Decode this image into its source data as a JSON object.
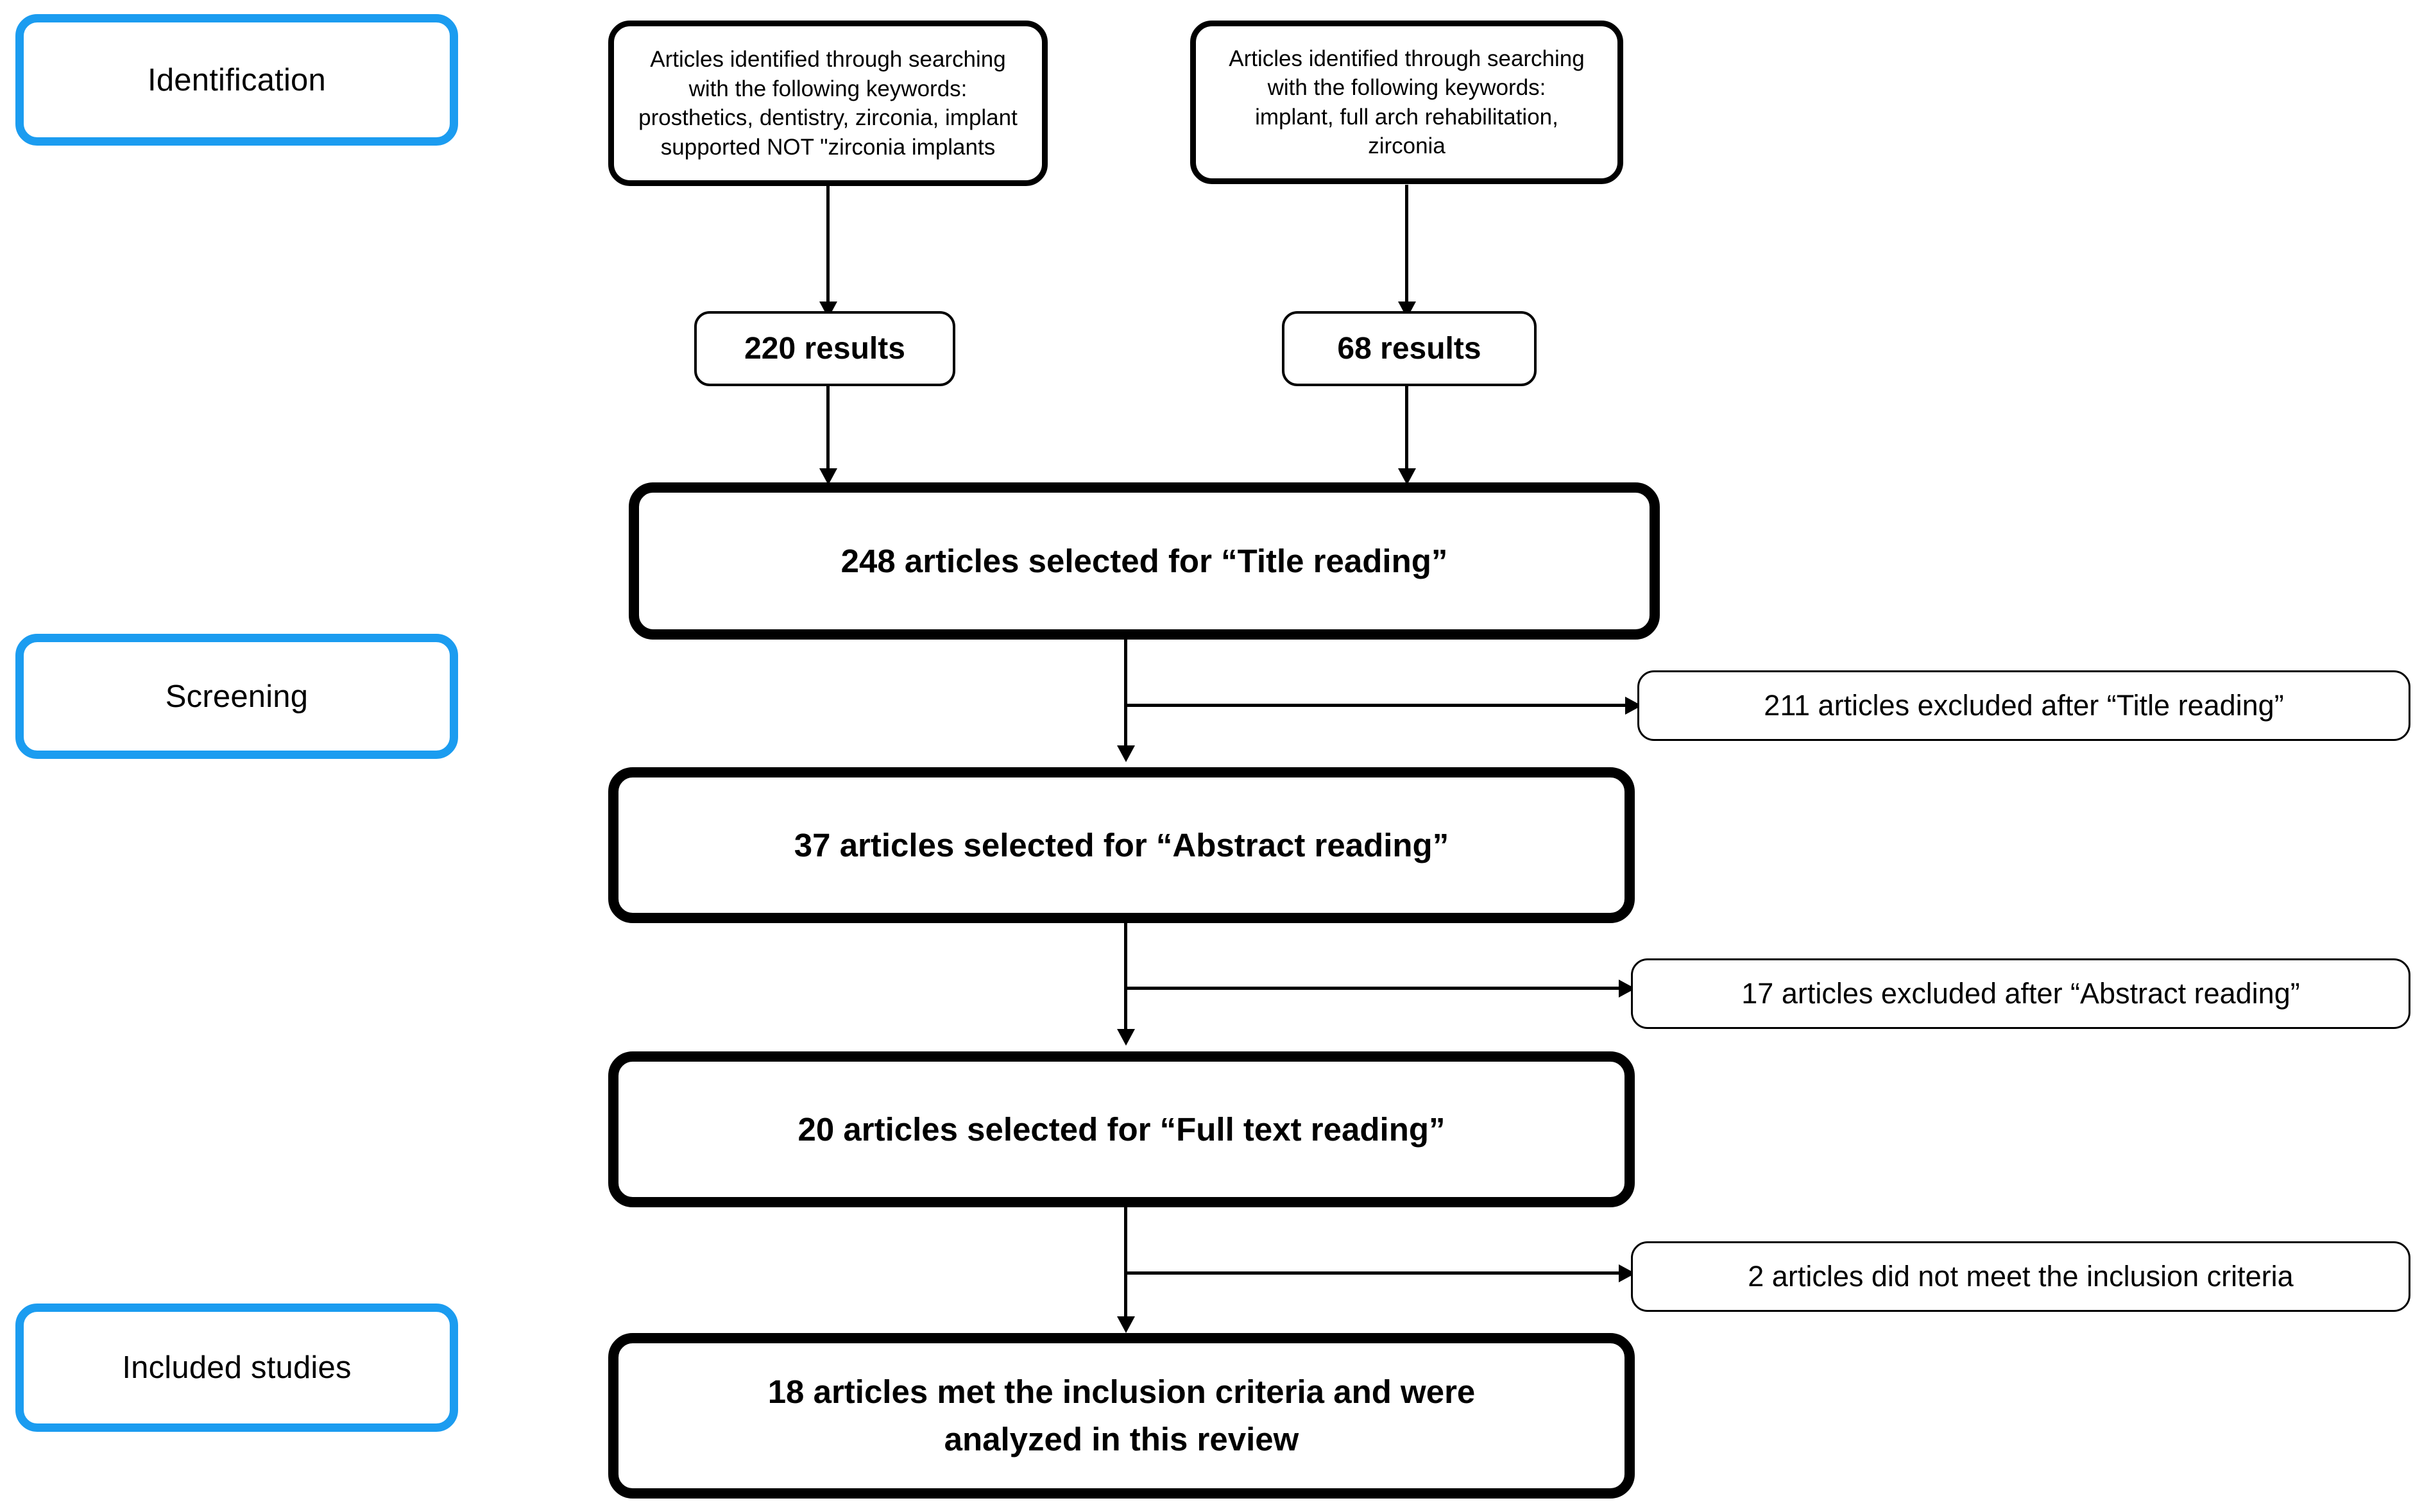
{
  "diagram": {
    "title": "PRISMA study selection flow diagram",
    "accent_color": "#1b9cf0",
    "line_color": "#000000",
    "background": "#ffffff"
  },
  "stages": [
    {
      "id": "identification",
      "label": "Identification"
    },
    {
      "id": "screening",
      "label": "Screening"
    },
    {
      "id": "included",
      "label": "Included studies"
    }
  ],
  "sources": [
    {
      "id": "source-1",
      "text": "Articles identified through searching with the following keywords: prosthetics, dentistry, zirconia, implant supported NOT \"zirconia implants",
      "lines": [
        "Articles identified through searching",
        "with the following keywords:",
        "prosthetics, dentistry, zirconia, implant",
        "supported NOT \"zirconia implants"
      ],
      "result": "220 results",
      "result_count": 220
    },
    {
      "id": "source-2",
      "text": "Articles identified through searching with the following keywords: implant, full arch rehabilitation, zirconia",
      "lines": [
        "Articles identified through searching",
        "with the following keywords:",
        "implant, full arch rehabilitation,",
        "zirconia"
      ],
      "result": "68 results",
      "result_count": 68
    }
  ],
  "flow": [
    {
      "id": "title-reading",
      "label": "248 articles selected for “Title reading”",
      "count": 248
    },
    {
      "id": "abstract-reading",
      "label": "37 articles selected for “Abstract reading”",
      "count": 37
    },
    {
      "id": "full-text-reading",
      "label": "20 articles selected for “Full text reading”",
      "count": 20
    },
    {
      "id": "final-included",
      "label": "18 articles met the  inclusion criteria and were analyzed in this review",
      "line1": "18 articles met the  inclusion criteria and were",
      "line2": "analyzed in this review",
      "count": 18
    }
  ],
  "exclusions": [
    {
      "id": "excluded-title",
      "label": "211 articles excluded after “Title reading”",
      "count": 211
    },
    {
      "id": "excluded-abstract",
      "label": "17 articles excluded after “Abstract reading”",
      "count": 17
    },
    {
      "id": "excluded-inclusion",
      "label": "2 articles did not meet the inclusion criteria",
      "count": 2
    }
  ]
}
